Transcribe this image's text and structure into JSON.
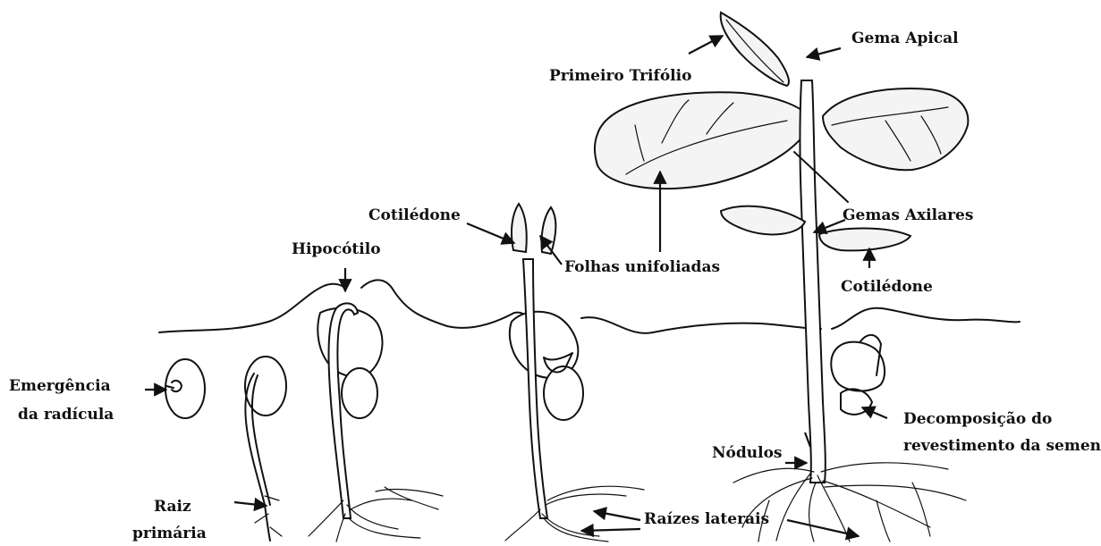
{
  "labels": {
    "emergencia_1": "Emergência",
    "emergencia_2": "da radícula",
    "raiz_1": "Raiz",
    "raiz_2": "primária",
    "hipocotilo": "Hipocótilo",
    "cotiledone_1": "Cotilédone",
    "folhas_unifoliadas": "Folhas unifoliadas",
    "primeiro_trifolio": "Primeiro Trifólio",
    "gema_apical": "Gema Apical",
    "gemas_axilares": "Gemas Axilares",
    "cotiledone_2": "Cotilédone",
    "decomposicao_1": "Decomposição do",
    "decomposicao_2": "revestimento da semente",
    "nodulos": "Nódulos",
    "raizes_laterais": "Raízes laterais"
  }
}
